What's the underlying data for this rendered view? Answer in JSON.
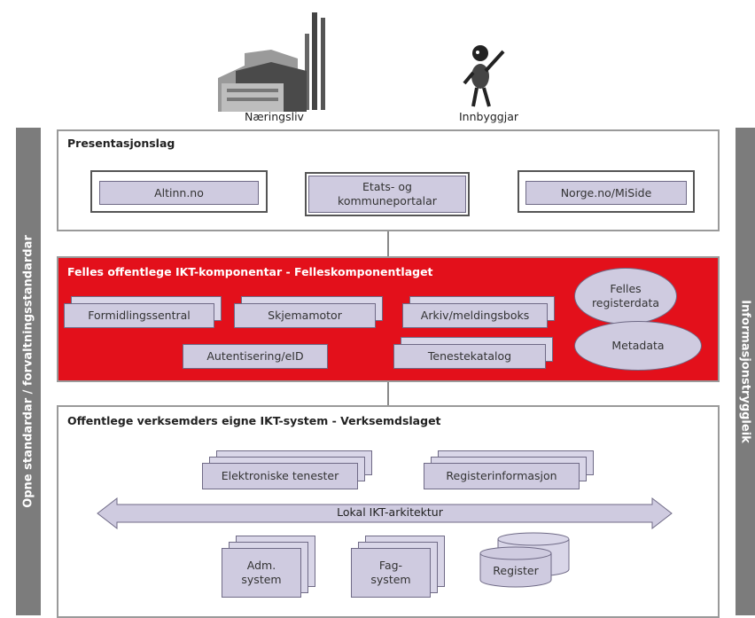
{
  "actors": {
    "business_label": "Næringsliv",
    "citizen_label": "Innbyggjar"
  },
  "sidebars": {
    "left": "Opne standardar / forvaltningsstandardar",
    "right": "Informasjonstryggleik"
  },
  "presentation_layer": {
    "title": "Presentasjonslag",
    "portals": [
      "Altinn.no",
      "Etats- og kommuneportalar",
      "Norge.no/MiSide"
    ]
  },
  "common_layer": {
    "title": "Felles offentlege IKT-komponentar - Felleskomponentlaget",
    "components": [
      "Formidlingssentral",
      "Skjemamotor",
      "Arkiv/meldingsboks",
      "Autentisering/eID",
      "Tenestekatalog"
    ],
    "ellipses": [
      "Felles registerdata",
      "Metadata"
    ]
  },
  "business_layer": {
    "title": "Offentlege verksemders eigne IKT-system - Verksemdslaget",
    "services": [
      "Elektroniske tenester",
      "Registerinformasjon"
    ],
    "architecture_label": "Lokal IKT-arkitektur",
    "systems": [
      "Adm. system",
      "Fag- system",
      "Register"
    ]
  },
  "colors": {
    "red_layer": "#e3101b",
    "box_fill": "#cfcbe0",
    "sidebar": "#7c7c7c"
  }
}
